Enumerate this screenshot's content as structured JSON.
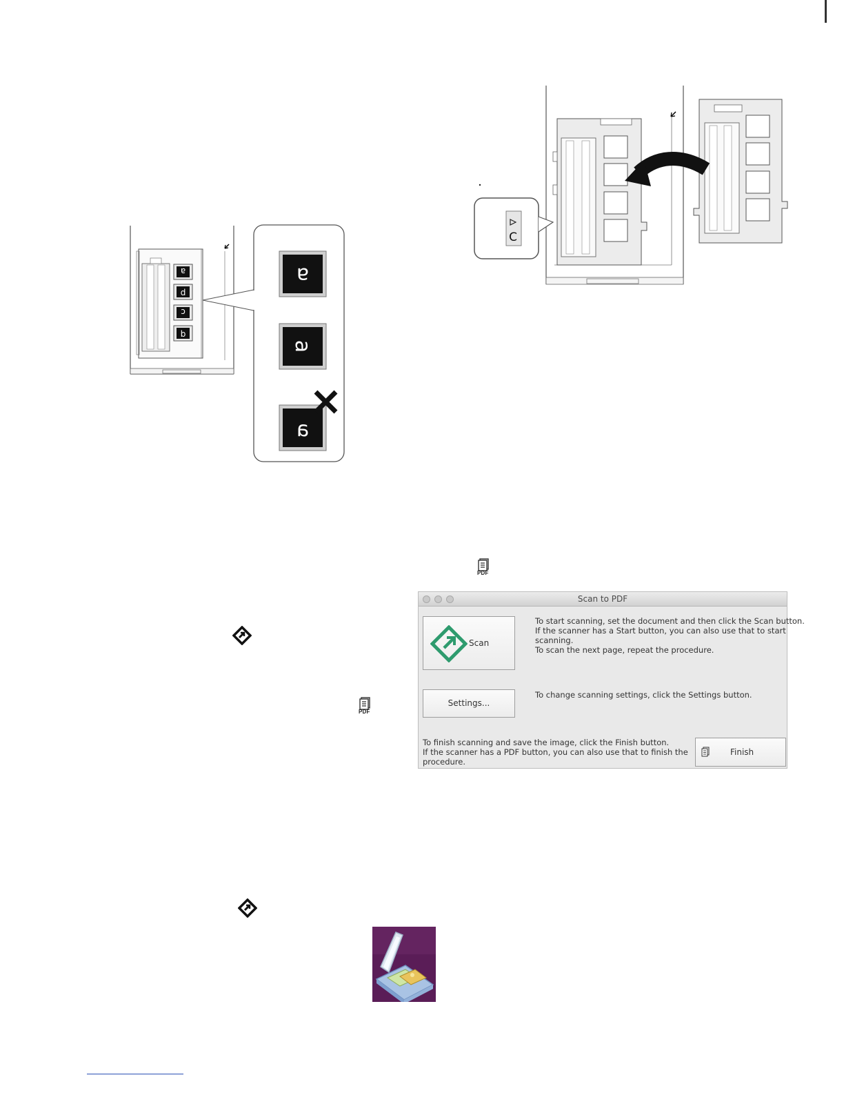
{
  "figure_letters": {
    "frame_labels": [
      "a",
      "d",
      "c",
      "b"
    ],
    "callout_labels": [
      "a",
      "a",
      "a"
    ],
    "holder_mark": "C"
  },
  "dialog": {
    "title": "Scan to PDF",
    "scan_button_label": "Scan",
    "scan_instructions": [
      "To start scanning, set the document and then click the Scan button.",
      "If the scanner has a Start button, you can also use that to start",
      "scanning.",
      "To scan the next page, repeat the procedure."
    ],
    "settings_button_label": "Settings...",
    "settings_instructions": "To change scanning settings, click the Settings button.",
    "finish_instructions": [
      "To finish scanning and save the image, click the Finish button.",
      "If the scanner has a PDF button, you can also use that to finish the",
      "procedure."
    ],
    "finish_button_label": "Finish"
  },
  "icons": {
    "pdf_icon_text": "PDF",
    "start_icon": "start-button-icon",
    "scan_app_icon": "image-capture-icon"
  },
  "colors": {
    "scan_arrow_green": "#2e9b6e",
    "app_icon_purple": "#5a1d57"
  }
}
